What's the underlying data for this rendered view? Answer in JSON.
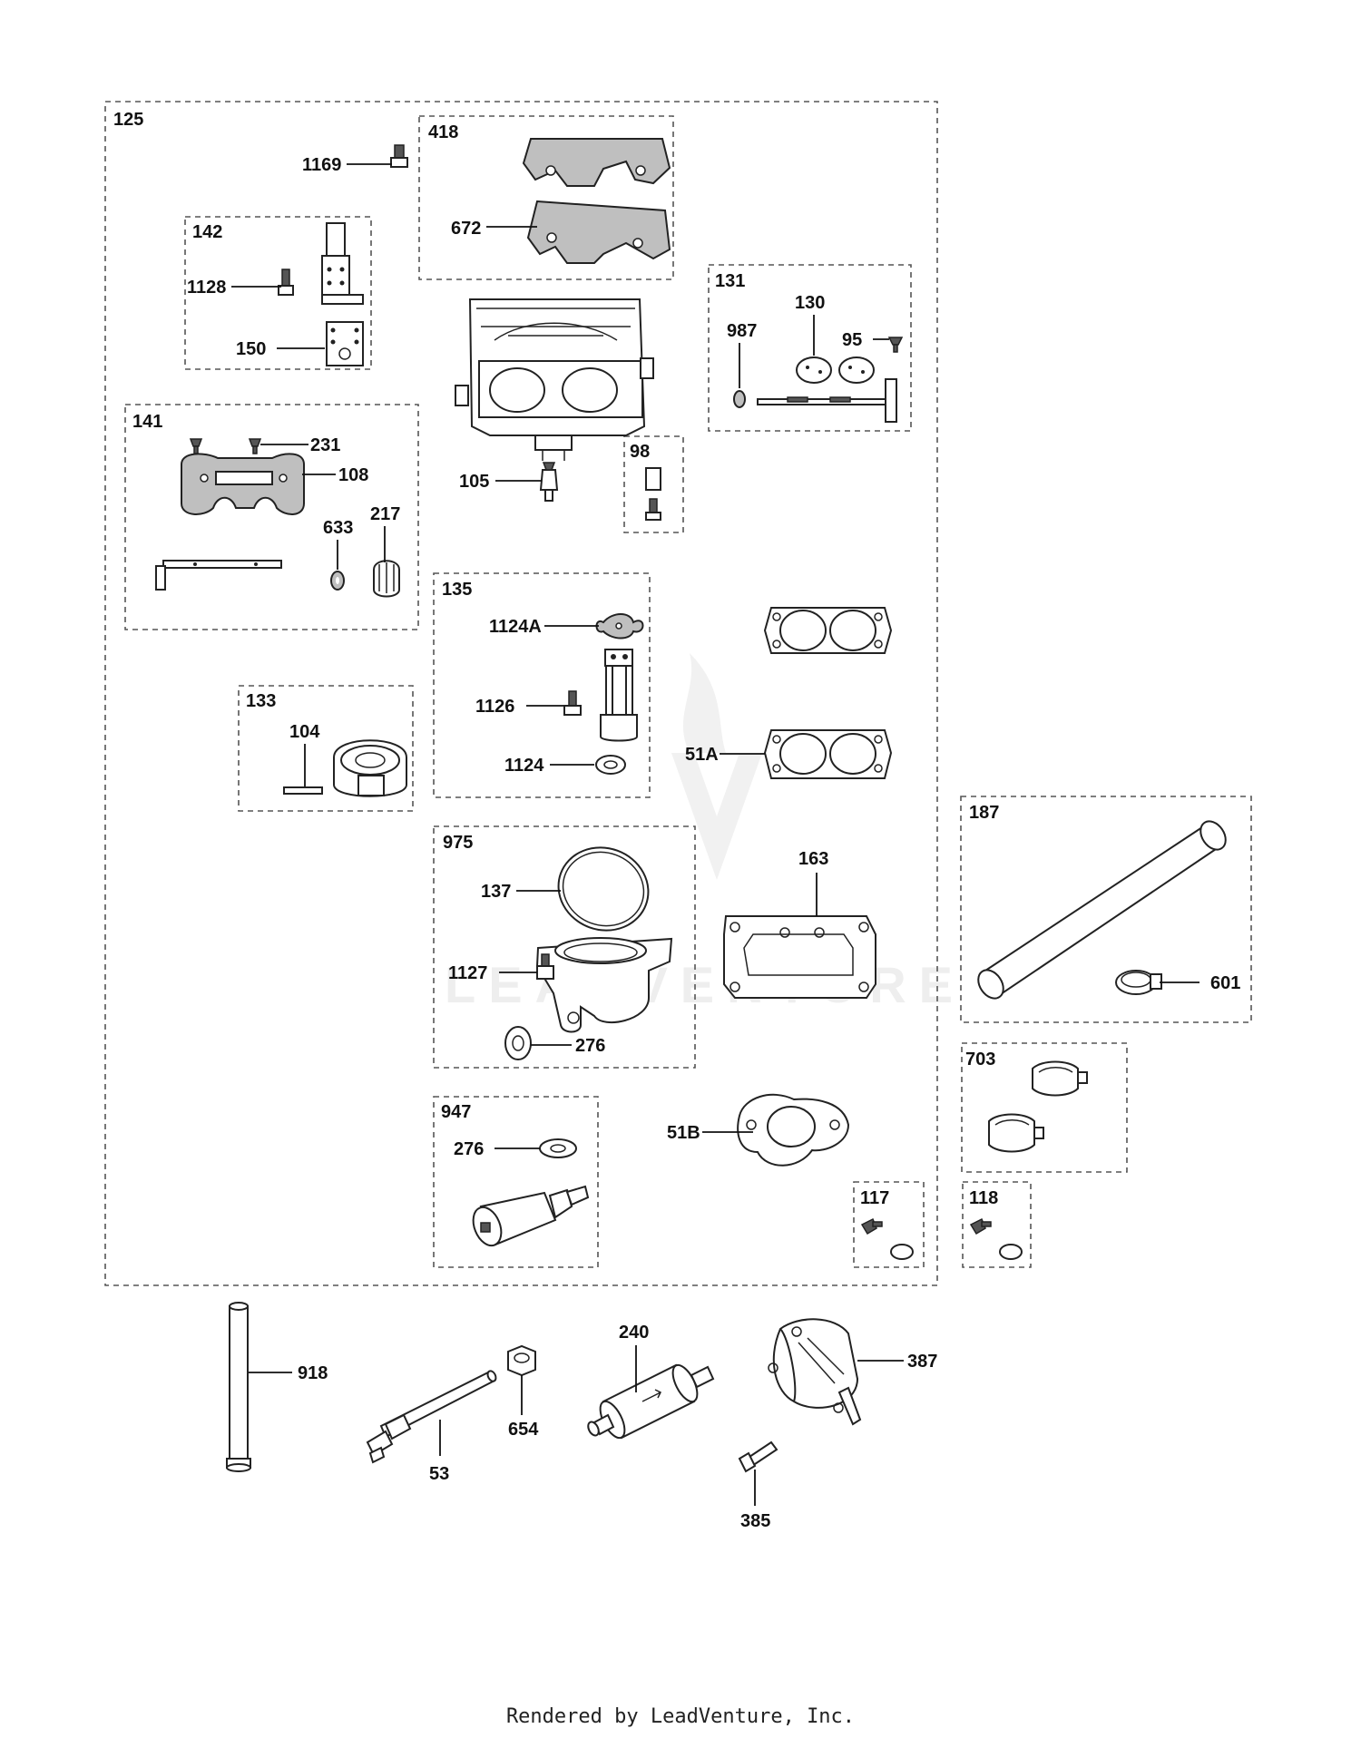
{
  "labels": {
    "l125": "125",
    "l418": "418",
    "l1169": "1169",
    "l672": "672",
    "l142": "142",
    "l1128": "1128",
    "l150": "150",
    "l131": "131",
    "l130": "130",
    "l987": "987",
    "l95": "95",
    "l141": "141",
    "l231": "231",
    "l108": "108",
    "l633": "633",
    "l217": "217",
    "l105": "105",
    "l98": "98",
    "l135": "135",
    "l1124A": "1124A",
    "l1126": "1126",
    "l1124": "1124",
    "l133": "133",
    "l104": "104",
    "l51A": "51A",
    "l187": "187",
    "l601": "601",
    "l975": "975",
    "l137": "137",
    "l1127": "1127",
    "l276a": "276",
    "l163": "163",
    "l703": "703",
    "l947": "947",
    "l276b": "276",
    "l51B": "51B",
    "l117": "117",
    "l118": "118",
    "l918": "918",
    "l240": "240",
    "l387": "387",
    "l654": "654",
    "l53": "53",
    "l385": "385"
  },
  "watermark": "LEADVENTURE",
  "footer": "Rendered by LeadVenture, Inc."
}
